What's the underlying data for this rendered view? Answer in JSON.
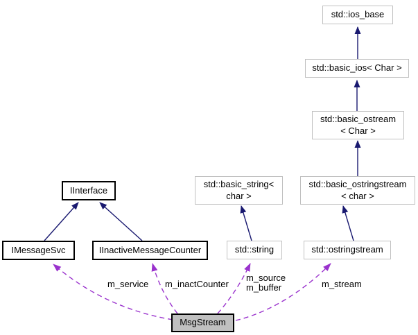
{
  "colors": {
    "inheritance_edge": "#191970",
    "usage_edge": "#9a32cd",
    "node_border_default": "#c0c0c0",
    "node_border_linked": "#000000",
    "focus_node_fill": "#c0c0c0",
    "node_fill": "#ffffff",
    "background": "#ffffff"
  },
  "nodes": [
    {
      "id": "std-ios-base",
      "lines": [
        "std::ios_base"
      ]
    },
    {
      "id": "std-basic-ios",
      "lines": [
        "std::basic_ios< Char >"
      ]
    },
    {
      "id": "std-basic-ostream",
      "lines": [
        "std::basic_ostream",
        "< Char >"
      ]
    },
    {
      "id": "std-basic-ostringstream",
      "lines": [
        "std::basic_ostringstream",
        "< char >"
      ]
    },
    {
      "id": "std-basic-string",
      "lines": [
        "std::basic_string<",
        "char >"
      ]
    },
    {
      "id": "std-ostringstream",
      "lines": [
        "std::ostringstream"
      ]
    },
    {
      "id": "std-string",
      "lines": [
        "std::string"
      ]
    },
    {
      "id": "iinterface",
      "lines": [
        "IInterface"
      ]
    },
    {
      "id": "imessagesvc",
      "lines": [
        "IMessageSvc"
      ]
    },
    {
      "id": "iinactivemessagecounter",
      "lines": [
        "IInactiveMessageCounter"
      ]
    },
    {
      "id": "msgstream",
      "lines": [
        "MsgStream"
      ]
    }
  ],
  "edge_labels": {
    "m_service": "m_service",
    "m_inactCounter": "m_inactCounter",
    "m_source": "m_source",
    "m_buffer": "m_buffer",
    "m_stream": "m_stream"
  }
}
